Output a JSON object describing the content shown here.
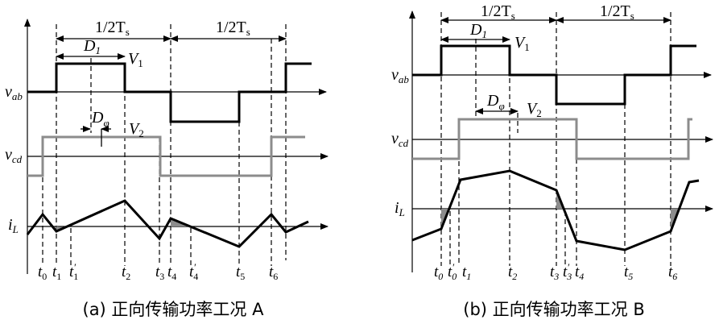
{
  "panels": {
    "a": {
      "caption": "(a) 正向传输功率工况 A",
      "half_period": {
        "main": "1/2T",
        "sub": "s"
      },
      "d1": {
        "main": "D",
        "sub": "1"
      },
      "dphi": {
        "main": "D",
        "sub": "φ"
      },
      "v1": {
        "main": "V",
        "sub": "1"
      },
      "v2": {
        "main": "V",
        "sub": "2"
      },
      "signals": {
        "vab": {
          "main": "v",
          "sub": "ab"
        },
        "vcd": {
          "main": "v",
          "sub": "cd"
        },
        "il": {
          "main": "i",
          "sub": "L"
        }
      },
      "times": [
        {
          "main": "t",
          "sub": "0",
          "prime": ""
        },
        {
          "main": "t",
          "sub": "1",
          "prime": ""
        },
        {
          "main": "t",
          "sub": "1",
          "prime": "′"
        },
        {
          "main": "t",
          "sub": "2",
          "prime": ""
        },
        {
          "main": "t",
          "sub": "3",
          "prime": ""
        },
        {
          "main": "t",
          "sub": "4",
          "prime": ""
        },
        {
          "main": "t",
          "sub": "4",
          "prime": "′"
        },
        {
          "main": "t",
          "sub": "5",
          "prime": ""
        },
        {
          "main": "t",
          "sub": "6",
          "prime": ""
        }
      ]
    },
    "b": {
      "caption": "(b) 正向传输功率工况 B",
      "half_period": {
        "main": "1/2T",
        "sub": "s"
      },
      "d1": {
        "main": "D",
        "sub": "1"
      },
      "dphi": {
        "main": "D",
        "sub": "φ"
      },
      "v1": {
        "main": "V",
        "sub": "1"
      },
      "v2": {
        "main": "V",
        "sub": "2"
      },
      "signals": {
        "vab": {
          "main": "v",
          "sub": "ab"
        },
        "vcd": {
          "main": "v",
          "sub": "cd"
        },
        "il": {
          "main": "i",
          "sub": "L"
        }
      },
      "times": [
        {
          "main": "t",
          "sub": "0",
          "prime": ""
        },
        {
          "main": "t",
          "sub": "0",
          "prime": "′"
        },
        {
          "main": "t",
          "sub": "1",
          "prime": ""
        },
        {
          "main": "t",
          "sub": "2",
          "prime": ""
        },
        {
          "main": "t",
          "sub": "3",
          "prime": ""
        },
        {
          "main": "t",
          "sub": "3",
          "prime": "′"
        },
        {
          "main": "t",
          "sub": "4",
          "prime": ""
        },
        {
          "main": "t",
          "sub": "5",
          "prime": ""
        },
        {
          "main": "t",
          "sub": "6",
          "prime": ""
        }
      ]
    }
  }
}
